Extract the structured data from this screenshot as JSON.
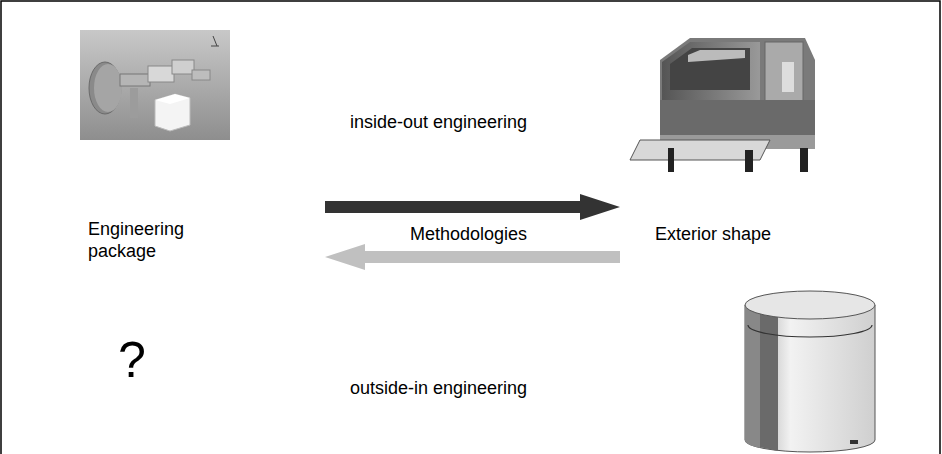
{
  "diagram": {
    "nodes": [
      {
        "text": [
          "Engineering package"
        ]
      },
      {
        "text": [
          "Exterior shape"
        ]
      }
    ],
    "edges": [
      {
        "from": 0,
        "to": 1,
        "arrow": "to"
      },
      {
        "from": 1,
        "to": 0,
        "arrow": "to"
      }
    ],
    "labels": [
      "inside-out engineering",
      "Methodologies",
      "?",
      "outside-in engineering"
    ]
  }
}
